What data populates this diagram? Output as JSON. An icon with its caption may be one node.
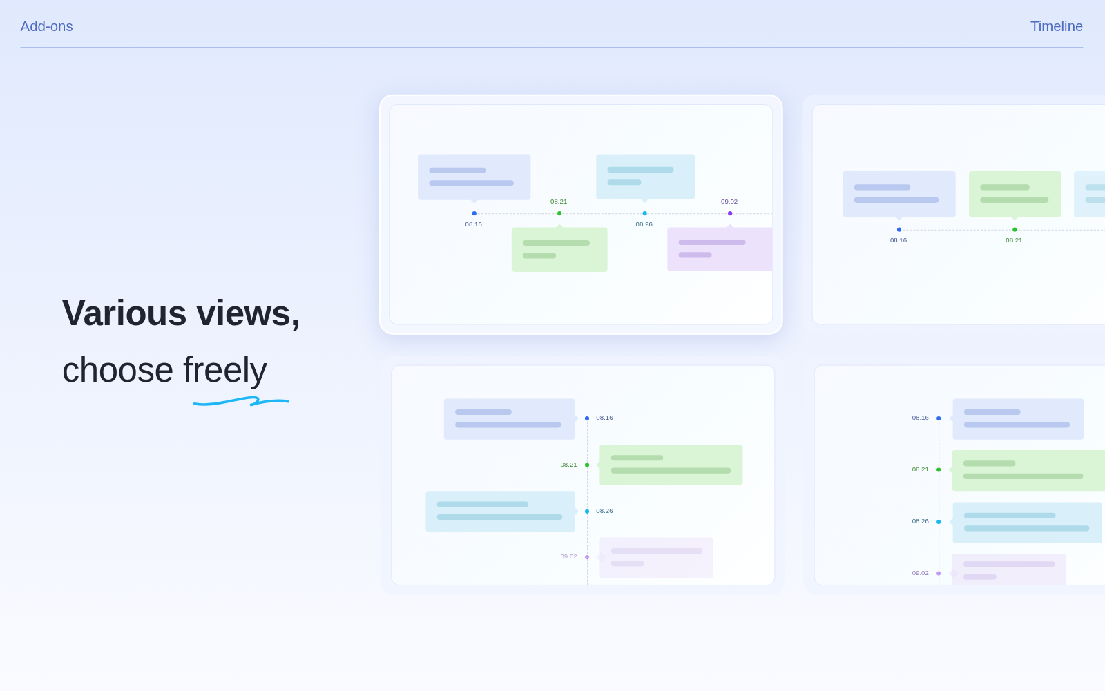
{
  "diagram": {
    "title": "**Various views,** choose freely",
    "labels": [
      "Add-ons",
      "Timeline",
      "08.21",
      "09.02",
      "08.16",
      "08.26",
      "08.16",
      "08.21",
      "08.16",
      "08.21",
      "08.26",
      "09.02",
      "08.16",
      "08.21",
      "08.26",
      "09.02"
    ]
  }
}
